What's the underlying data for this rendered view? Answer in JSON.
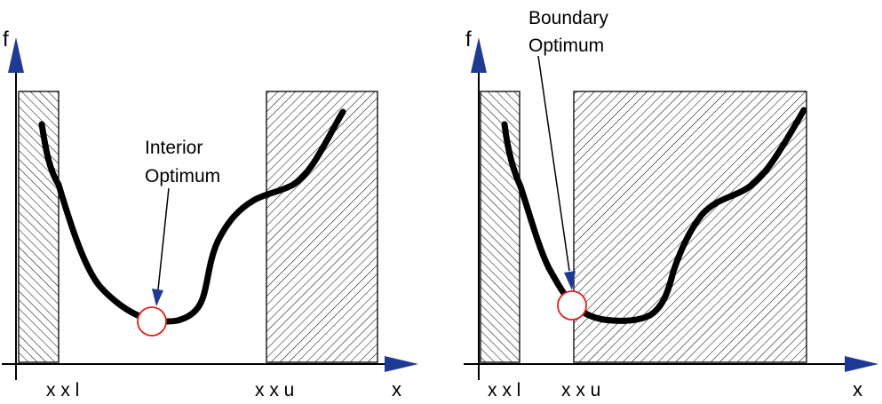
{
  "colors": {
    "axis_arrow": "#1f3a93",
    "optimum_marker_stroke": "#e0201c",
    "optimum_marker_fill": "#ffffff",
    "curve": "#000000",
    "hatch": "#000000"
  },
  "left_panel": {
    "y_axis_label": "f",
    "x_axis_label": "x",
    "lower_bound_label": "x x l",
    "upper_bound_label": "x x u",
    "annotation_line1": "Interior",
    "annotation_line2": "Optimum"
  },
  "right_panel": {
    "y_axis_label": "f",
    "x_axis_label": "x",
    "lower_bound_label": "x x l",
    "upper_bound_label": "x x u",
    "annotation_line1": "Boundary",
    "annotation_line2": "Optimum"
  }
}
